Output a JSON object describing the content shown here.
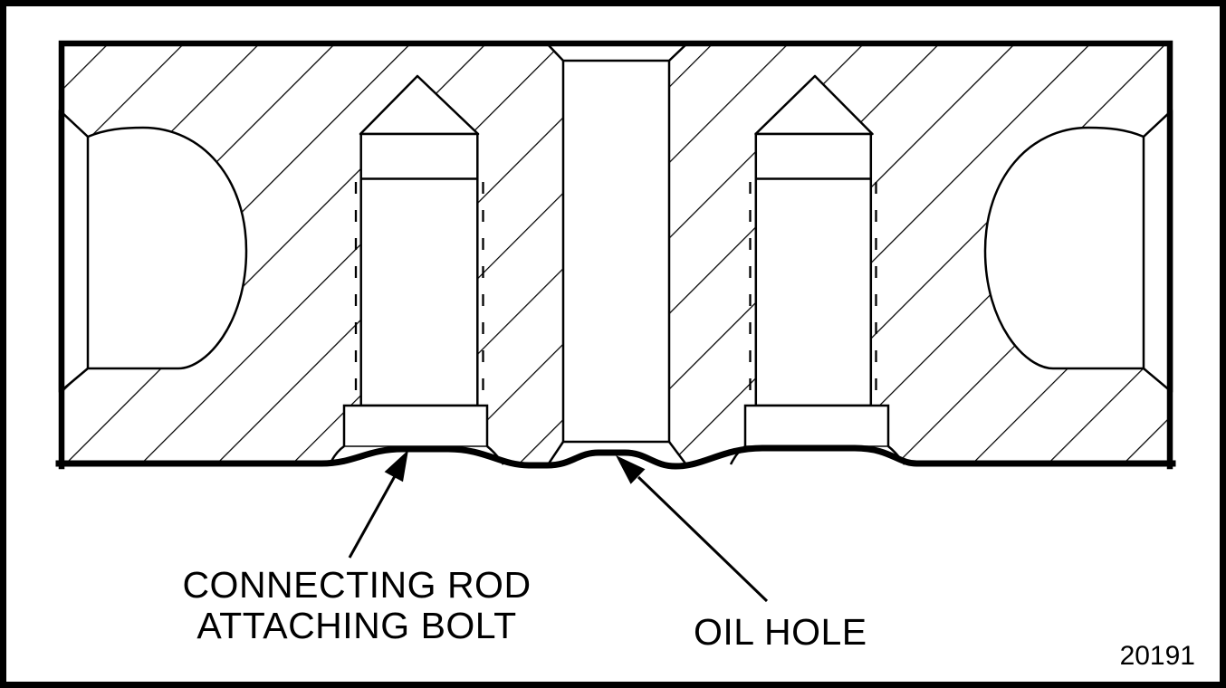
{
  "figure": {
    "kind": "engine connecting rod big-end cross-section",
    "ink_color": "#000000",
    "paper_color": "#ffffff"
  },
  "labels": {
    "bolt": {
      "line1": "CONNECTING ROD",
      "line2": "ATTACHING BOLT"
    },
    "oil_hole": "OIL HOLE",
    "figure_number": "20191"
  }
}
